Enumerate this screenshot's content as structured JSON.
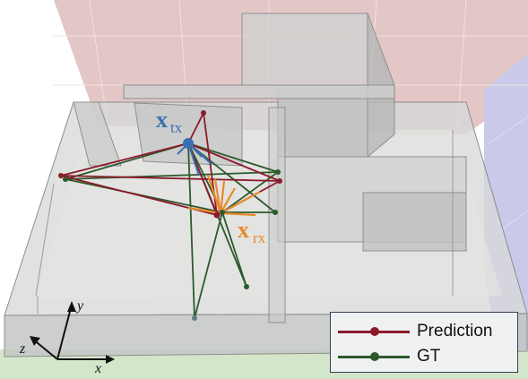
{
  "labels": {
    "tx_main": "x",
    "tx_sub": "tx",
    "rx_main": "x",
    "rx_sub": "rx"
  },
  "axes": {
    "y": "y",
    "z": "z",
    "x": "x"
  },
  "legend": {
    "items": [
      {
        "label": "Prediction",
        "color": "#8b1a2b"
      },
      {
        "label": "GT",
        "color": "#2d5a2d"
      }
    ]
  },
  "colors": {
    "prediction": "#8b1a2b",
    "gt": "#2d5a2d",
    "tx": "#3a6fb0",
    "rx": "#e8892b"
  }
}
